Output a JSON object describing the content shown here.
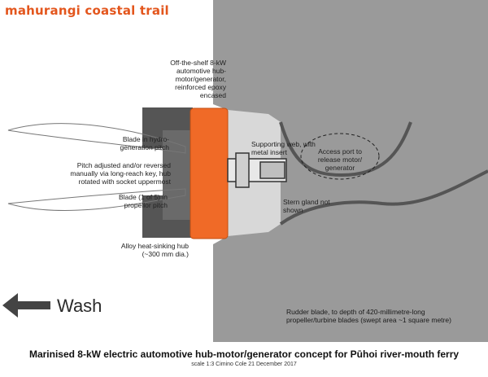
{
  "brand": {
    "title": "mahurangi coastal trail"
  },
  "labels": {
    "motor": "Off-the-shelf 8-kW automotive hub-motor/generator, reinforced epoxy encased",
    "hydro_blade": "Blade in hydro-generation pitch",
    "pitch": "Pitch adjusted and/or reversed manually via long-reach key, hub rotated with socket uppermost",
    "prop_blade": "Blade (1 of 5) in propellor pitch",
    "hub": "Alloy heat-sinking hub (~300 mm dia.)",
    "web": "Supporting web, with metal insert",
    "access": "Access port to release motor/ generator",
    "gland": "Stern gland not shown",
    "rudder": "Rudder blade, to depth of 420-millimetre-long propeller/turbine blades (swept area ~1 square metre)",
    "wash": "Wash"
  },
  "footer": {
    "caption": "Marinised 8-kW electric automotive hub-motor/generator concept for Pūhoi river-mouth ferry",
    "subcaption": "scale 1:3  Cimino Cole  21 December 2017"
  },
  "colors": {
    "motor": "#f06a27",
    "hull": "#9a9a9a",
    "dark_block": "#555555",
    "brand": "#e3561d"
  },
  "icons": {
    "wash_arrow": "arrow-left-icon"
  }
}
